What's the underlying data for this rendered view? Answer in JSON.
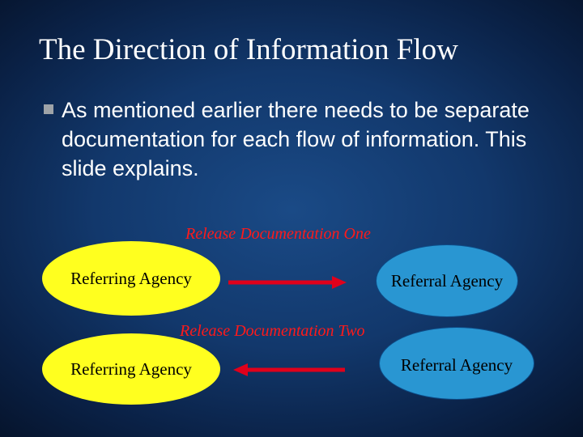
{
  "slide": {
    "title": "The Direction of Information Flow",
    "bullet": "As mentioned earlier there needs to be separate documentation for each flow of information.  This slide explains."
  },
  "diagram": {
    "flow_one": {
      "caption": "Release Documentation One",
      "from": "Referring Agency",
      "to": "Referral Agency",
      "arrow_direction": "right"
    },
    "flow_two": {
      "caption": "Release Documentation Two",
      "left": "Referring Agency",
      "right": "Referral Agency",
      "arrow_direction": "left"
    },
    "colors": {
      "referring": "#ffff1f",
      "referral": "#2996d2",
      "arrow": "#e0001b",
      "caption": "#ff1a1a"
    }
  }
}
